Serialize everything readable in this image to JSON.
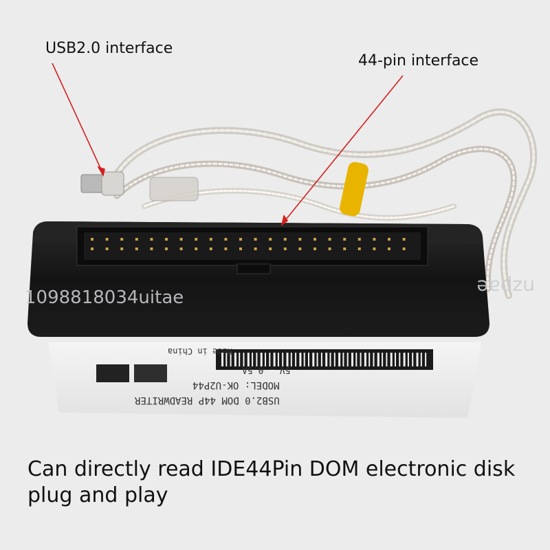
{
  "annotations": {
    "usb_label": "USB2.0 interface",
    "pin_label": "44-pin interface"
  },
  "caption": {
    "line1": "Can directly read IDE44Pin DOM electronic disk",
    "line2": "plug and play"
  },
  "watermarks": {
    "left": "1098818034uitae",
    "right": "nzpae"
  },
  "device_label": {
    "made_in": "Made in China",
    "model": "MODEL: OK-U2P44",
    "product": "USB2.0 DOM 44P READWRITER",
    "power": "5V — 0.5A"
  },
  "colors": {
    "background": "#ececec",
    "device_body": "#141414",
    "arrow": "#d42020",
    "cable_tape": "#e8b400"
  }
}
